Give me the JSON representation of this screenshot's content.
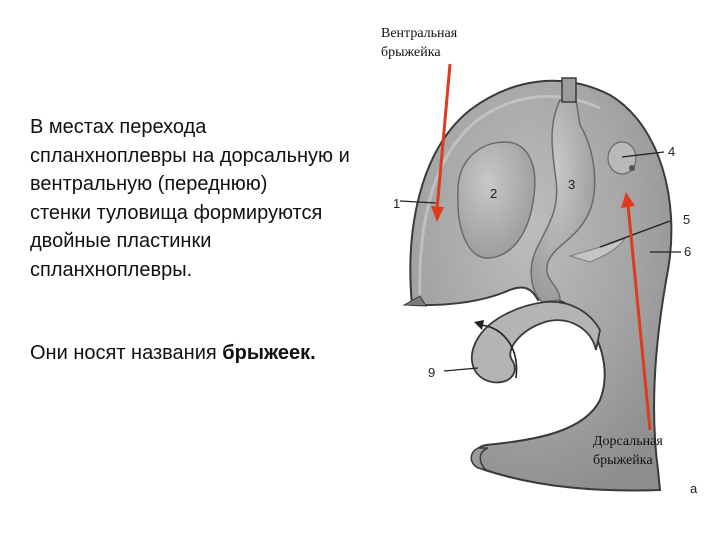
{
  "slide": {
    "body_lines": [
      "В местах перехода",
      "спланхноплевры на дорсальную и",
      "вентральную (переднюю)",
      "стенки туловища формируются",
      "двойные пластинки",
      "спланхноплевры."
    ],
    "note_prefix": "Они носят названия ",
    "note_bold": "брыжеек."
  },
  "callouts": {
    "ventral": [
      "Вентральная",
      "брыжейка"
    ],
    "dorsal": [
      "Дорсальная",
      "брыжейка"
    ]
  },
  "figure": {
    "labels": {
      "l1": "1",
      "l2": "2",
      "l3": "3",
      "l4": "4",
      "l5": "5",
      "l6": "6",
      "l9": "9",
      "la": "а"
    }
  },
  "colors": {
    "arrow": "#e03a1e",
    "tissue": "#a7a7a7",
    "tissue_dark": "#8a8a8a",
    "outline": "#3a3a3a"
  }
}
